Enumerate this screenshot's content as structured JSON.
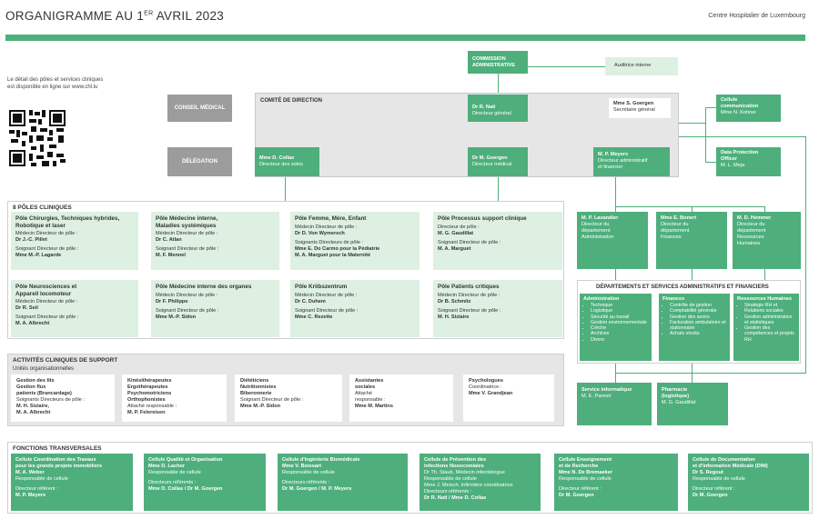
{
  "header": {
    "title_pre": "ORGANIGRAMME AU 1",
    "title_sup": "ER",
    "title_post": " AVRIL 2023",
    "hospital": "Centre Hospitalier de Luxembourg"
  },
  "info": {
    "line1": "Le détail des pôles et services cliniques",
    "line2": "est disponible en ligne sur www.chl.lu"
  },
  "commission": {
    "l1": "COMMISSION",
    "l2": "ADMINISTRATIVE",
    "audit": "Auditrice interne"
  },
  "conseil_medical": "CONSEIL MÉDICAL",
  "delegation": "DÉLÉGATION",
  "comite": "COMITÉ DE DIRECTION",
  "dg": {
    "name": "Dr R. Nati",
    "role": "Directeur général"
  },
  "sec": {
    "name": "Mme S. Goergen",
    "role": "Secrétaire général"
  },
  "cellcom": {
    "l1": "Cellule",
    "l2": "communication",
    "l3": "Mme N. Kohner"
  },
  "dpo": {
    "l1": "Data Protection",
    "l2": "Officer",
    "l3": "M. L. Meja"
  },
  "dirs": [
    {
      "name": "Mme D. Collas",
      "role": "Directeur des soins",
      "role2": ""
    },
    {
      "name": "Dr M. Goergen",
      "role": "Directeur médical",
      "role2": ""
    },
    {
      "name": "M. P. Meyers",
      "role": "Directeur administratif",
      "role2": "et financier"
    }
  ],
  "poles": {
    "title": "8 PÔLES CLINIQUES",
    "items": [
      {
        "t1": "Pôle Chirurgies, Techniques hybrides,",
        "t2": "Robotique et laser",
        "a": "Médecin Directeur de pôle :",
        "b": "Dr J.-C. Pillet",
        "c": "Soignant Directeur de pôle :",
        "d": "Mme M.-P. Lagarde",
        "e": ""
      },
      {
        "t1": "Pôle Médecine interne,",
        "t2": "Maladies systémiques",
        "a": "Médecin Directeur de pôle :",
        "b": "Dr C. Atlan",
        "c": "Soignant Directeur de pôle :",
        "d": "M. F. Mennel",
        "e": ""
      },
      {
        "t1": "Pôle Femme, Mère, Enfant",
        "t2": "",
        "a": "Médecin Directeur de pôle :",
        "b": "Dr D. Von Wymersch",
        "c": "Soignants Directeurs de pôle :",
        "d": "Mme E. Do Carmo pour la Pédiatrie",
        "e": "M. A. Marguet pour la Maternité"
      },
      {
        "t1": "Pôle Processus support clinique",
        "t2": "",
        "a": "Directeur de pôle :",
        "b": "M. G. Gaudillat",
        "c": "Soignant Directeur de pôle :",
        "d": "M. A. Marguet",
        "e": ""
      },
      {
        "t1": "Pôle Neurosciences et",
        "t2": "Appareil locomoteur",
        "a": "Médecin Directeur de pôle :",
        "b": "Dr R. Seil",
        "c": "Soignant Directeur de pôle :",
        "d": "M. A. Albrecht",
        "e": ""
      },
      {
        "t1": "Pôle Médecine interne des organes",
        "t2": "",
        "a": "Médecin Directeur de pôle :",
        "b": "Dr F. Philippe",
        "c": "Soignant Directeur de pôle :",
        "d": "Mme M.-P. Sidon",
        "e": ""
      },
      {
        "t1": "Pôle Kriibszentrum",
        "t2": "",
        "a": "Médecin Directeur de pôle :",
        "b": "Dr C. Duhem",
        "c": "Soignant Directeur de pôle :",
        "d": "Mme C. Rezette",
        "e": ""
      },
      {
        "t1": "Pôle Patients critiques",
        "t2": "",
        "a": "Médecin Directeur de pôle :",
        "b": "Dr B. Schmitz",
        "c": "Soignant Directeur de pôle :",
        "d": "M. H. Siziaire",
        "e": ""
      }
    ]
  },
  "support": {
    "title": "ACTIVITÉS CLINIQUES DE SUPPORT",
    "sub": "Unités organisationnelles",
    "items": [
      {
        "l": [
          "Gestion des lits",
          "Gestion flux",
          "patients (Brancardage)",
          "Soignants Directeurs de pôle :",
          "M. H. Siziaire,",
          "M. A. Albrecht"
        ]
      },
      {
        "l": [
          "Kinésithérapeutes",
          "Ergothérapeutes",
          "Psychomotriciens",
          "Orthophonistes",
          "Attaché responsable :",
          "M. P. Felereisen"
        ]
      },
      {
        "l": [
          "Diététiciens",
          "Nutritionnistes",
          "Biberonnerie",
          "Soignant Directeur de pôle :",
          "Mme M.-P. Sidon",
          ""
        ]
      },
      {
        "l": [
          "Assistantes",
          "sociales",
          "Attaché",
          "responsable :",
          "Mme M. Martins",
          ""
        ]
      },
      {
        "l": [
          "Psychologues",
          "Coordinatrice :",
          "Mme V. Grandjean",
          "",
          "",
          ""
        ]
      }
    ]
  },
  "depheads": [
    {
      "n": "M. P. Lavandier",
      "r": [
        "Directeur du",
        "département",
        "Administration",
        ""
      ]
    },
    {
      "n": "Mme E. Bonert",
      "r": [
        "Directeur du",
        "département",
        "Finances",
        ""
      ]
    },
    {
      "n": "M. D. Hemmer",
      "r": [
        "Directeur du",
        "département",
        "Ressources",
        "Humaines"
      ]
    }
  ],
  "departments": {
    "title": "DÉPARTEMENTS ET SERVICES ADMINISTRATIFS ET FINANCIERS",
    "cols": [
      {
        "t": "Administration",
        "items": [
          "Technique",
          "Logistique",
          "Sécurité au travail",
          "Gestion environnementale",
          "Crèche",
          "Archives",
          "Divers"
        ]
      },
      {
        "t": "Finances",
        "items": [
          "Contrôle de gestion",
          "Comptabilité générale",
          "Gestion des avoirs",
          "Facturation ambulatoire et stationnaire",
          "Achats stocks"
        ]
      },
      {
        "t": "Ressources Humaines",
        "items": [
          "Stratégie RH et Relations sociales",
          "Gestion administrative et statistiques",
          "Gestion des compétences et projets RH"
        ]
      }
    ]
  },
  "services": [
    {
      "t": "Service informatique",
      "n": "M. E. Pannet"
    },
    {
      "t": "Pharmacie",
      "t2": "(logistique)",
      "n": "M. G. Gaudillat"
    }
  ],
  "transversal": {
    "title": "FONCTIONS TRANSVERSALES",
    "items": [
      {
        "l": [
          "Cellule Coordination des Travaux",
          "pour les grands projets immobiliers",
          "M. A. Weber",
          "Responsable de cellule",
          "",
          "Directeur référent :",
          "M. P. Meyers"
        ]
      },
      {
        "l": [
          "Cellule Qualité et Organisation",
          "Mme D. Lachor",
          "Responsable de cellule",
          "",
          "Directeurs référents :",
          "Mme D. Collas / Dr M. Goergen",
          ""
        ]
      },
      {
        "l": [
          "Cellule d'Ingénierie Biomédicale",
          "Mme V. Boissart",
          "Responsable de cellule",
          "",
          "Directeurs référents :",
          "Dr M. Goergen / M. P. Meyers",
          ""
        ]
      },
      {
        "l": [
          "Cellule de Prévention des",
          "infections Nosocomiales",
          "Dr Th. Staub, Médecin infectiologue",
          "Responsable de cellule",
          "Mme J. Meisch, Infirmière coordinatrice",
          "Directeurs référents :",
          "Dr R. Nati / Mme D. Collas"
        ]
      },
      {
        "l": [
          "Cellule Enseignement",
          "et de Recherche",
          "Mme N. De Bremaeker",
          "Responsable de cellule",
          "",
          "Directeur référent :",
          "Dr M. Goergen"
        ]
      },
      {
        "l": [
          "Cellule de Documentation",
          "et d'information Médicale (DIM)",
          "Dr S. Regout",
          "Responsable de cellule",
          "",
          "Directeur référent :",
          "Dr M. Goergen"
        ]
      }
    ]
  }
}
